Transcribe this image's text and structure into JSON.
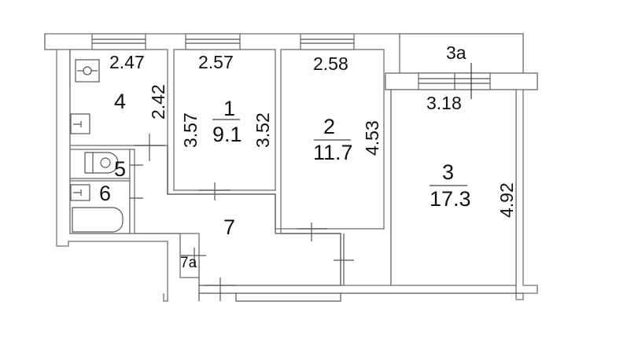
{
  "rooms": [
    {
      "number": "1",
      "area": "9.1",
      "width": "2.57",
      "length_left": "3.57",
      "length_right": "3.52"
    },
    {
      "number": "2",
      "area": "11.7",
      "width": "2.58",
      "length": "4.53"
    },
    {
      "number": "3",
      "area": "17.3",
      "width": "3.18",
      "length": "4.92"
    },
    {
      "number": "3a"
    },
    {
      "number": "4",
      "width": "2.47",
      "length": "2.42"
    },
    {
      "number": "5"
    },
    {
      "number": "6"
    },
    {
      "number": "7"
    },
    {
      "number": "7a"
    }
  ]
}
